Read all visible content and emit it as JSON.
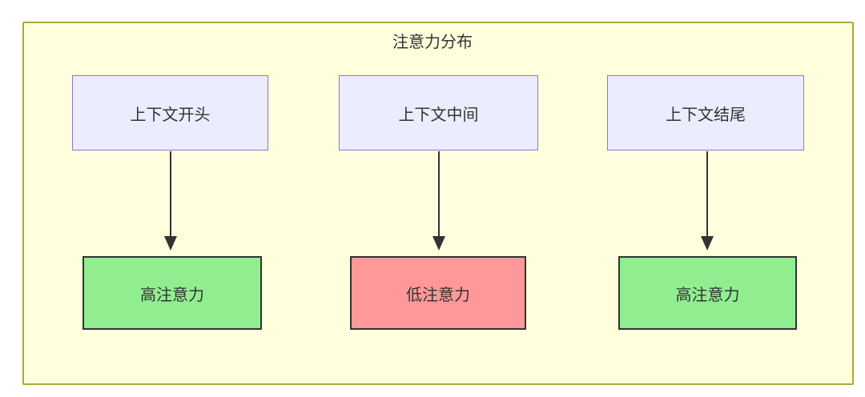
{
  "diagram": {
    "title": "注意力分布",
    "type": "flowchart",
    "container": {
      "fill": "#FFFFDE",
      "border_color": "#AAAA33"
    },
    "text_color": "#333333",
    "arrow_color": "#333333",
    "nodes": [
      {
        "id": "top-left",
        "label": "上下文开头",
        "fill": "#ECECFF",
        "border": "#9370DB",
        "row": "top"
      },
      {
        "id": "top-middle",
        "label": "上下文中间",
        "fill": "#ECECFF",
        "border": "#9370DB",
        "row": "top"
      },
      {
        "id": "top-right",
        "label": "上下文结尾",
        "fill": "#ECECFF",
        "border": "#9370DB",
        "row": "top"
      },
      {
        "id": "bottom-left",
        "label": "高注意力",
        "fill": "#90EE90",
        "border": "#333333",
        "row": "bottom"
      },
      {
        "id": "bottom-middle",
        "label": "低注意力",
        "fill": "#FF9999",
        "border": "#333333",
        "row": "bottom"
      },
      {
        "id": "bottom-right",
        "label": "高注意力",
        "fill": "#90EE90",
        "border": "#333333",
        "row": "bottom"
      }
    ],
    "edges": [
      {
        "from": "top-left",
        "to": "bottom-left"
      },
      {
        "from": "top-middle",
        "to": "bottom-middle"
      },
      {
        "from": "top-right",
        "to": "bottom-right"
      }
    ]
  }
}
